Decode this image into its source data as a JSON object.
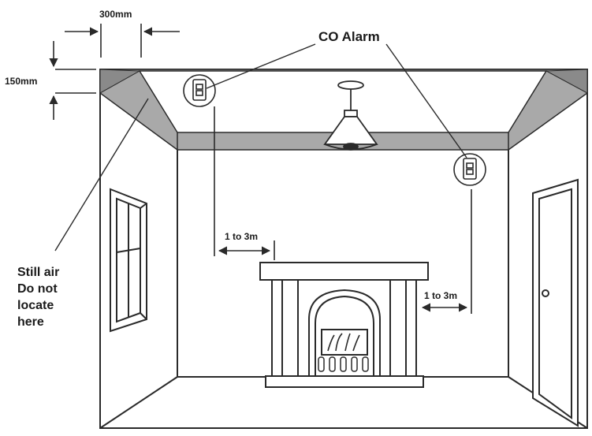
{
  "labels": {
    "co_alarm": "CO Alarm",
    "dim_width": "300mm",
    "dim_height": "150mm",
    "dist_left": "1 to 3m",
    "dist_right": "1 to 3m",
    "still_air": [
      "Still air",
      "Do not",
      "locate",
      "here"
    ]
  },
  "colors": {
    "line": "#2a2a2a",
    "ceiling_band": "#a9a9a9",
    "ceiling_band_dark": "#8a8a8a",
    "text": "#1a1a1a"
  }
}
